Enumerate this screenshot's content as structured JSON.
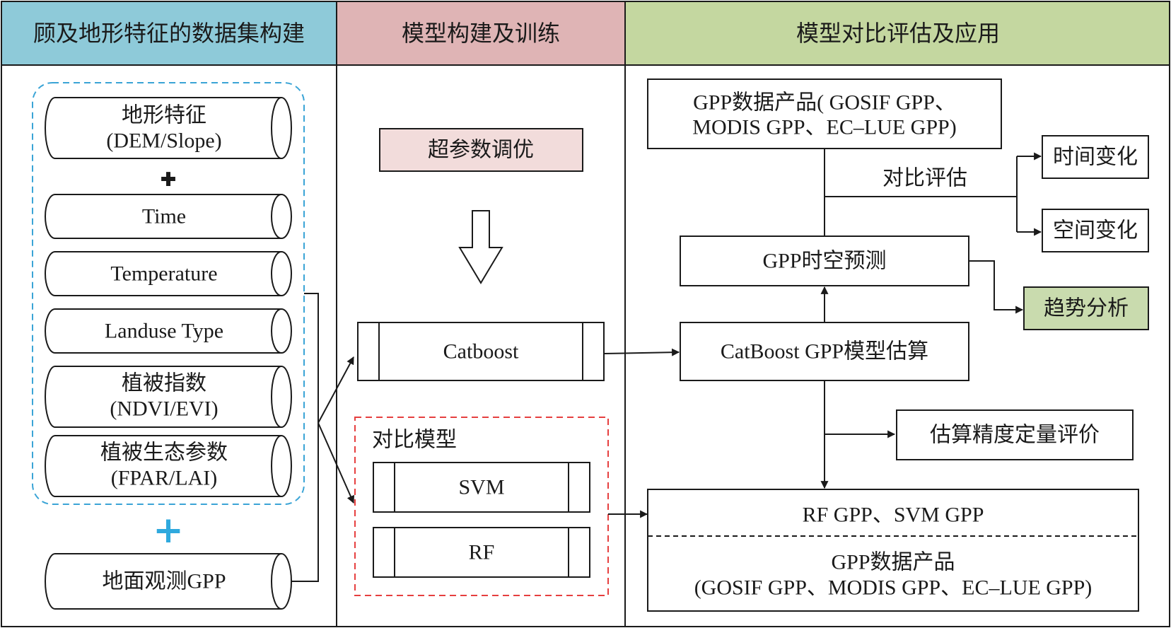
{
  "colors": {
    "col1_header": "#8ECAD9",
    "col2_header": "#DFB4B5",
    "col3_header": "#C4D7A0",
    "hyperparam_fill": "#F2DCDB",
    "trend_fill": "#C9DBAE",
    "blue_dash": "#3AA4D6",
    "red_dash": "#E63F3F",
    "plus_blue": "#2FA9DE"
  },
  "columns": {
    "col1": {
      "title": "顾及地形特征的数据集构建"
    },
    "col2": {
      "title": "模型构建及训练"
    },
    "col3": {
      "title": "模型对比评估及应用"
    }
  },
  "inputs": {
    "terrain": {
      "line1": "地形特征",
      "line2": "(DEM/Slope)"
    },
    "plus_black": "✚",
    "time": "Time",
    "temperature": "Temperature",
    "landuse": "Landuse Type",
    "vegetation_index": {
      "line1": "植被指数",
      "line2": "(NDVI/EVI)"
    },
    "eco_params": {
      "line1": "植被生态参数",
      "line2": "(FPAR/LAI)"
    },
    "plus_blue": "+",
    "ground_gpp": "地面观测GPP"
  },
  "model": {
    "hyperparam": "超参数调优",
    "catboost": "Catboost",
    "compare_title": "对比模型",
    "svm": "SVM",
    "rf": "RF"
  },
  "evaluation": {
    "gpp_products": {
      "line1": "GPP数据产品( GOSIF GPP、",
      "line2": "MODIS GPP、EC–LUE GPP)"
    },
    "compare_label": "对比评估",
    "time_change": "时间变化",
    "space_change": "空间变化",
    "gpp_prediction": "GPP时空预测",
    "trend": "趋势分析",
    "catboost_estimate": "CatBoost GPP模型估算",
    "accuracy": "估算精度定量评价",
    "rf_svm_gpp": "RF GPP、SVM GPP",
    "products_bottom": {
      "line1": "GPP数据产品",
      "line2": "(GOSIF GPP、MODIS GPP、EC–LUE GPP)"
    }
  }
}
